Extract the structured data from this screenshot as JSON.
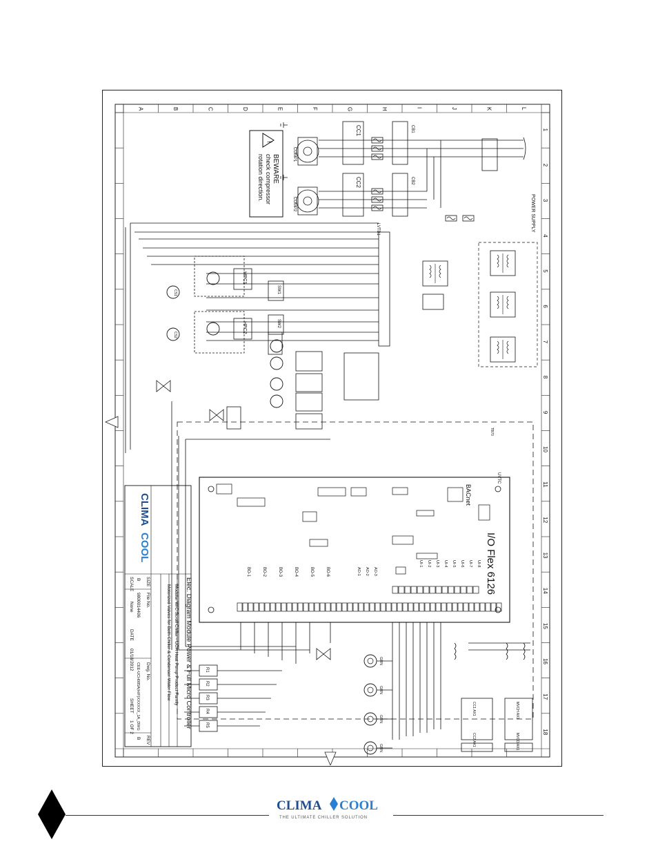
{
  "rows": [
    "A",
    "B",
    "C",
    "D",
    "E",
    "F",
    "G",
    "H",
    "I",
    "J",
    "K",
    "L"
  ],
  "cols": [
    "1",
    "2",
    "3",
    "4",
    "5",
    "6",
    "7",
    "8",
    "9",
    "10",
    "11",
    "12",
    "13",
    "14",
    "15",
    "16",
    "17",
    "18"
  ],
  "power_supply": "POWER SUPPLY",
  "beware": {
    "title": "BEWARE",
    "line1": "check compressor",
    "line2": "rotation direction."
  },
  "components": {
    "comp1": "COMP1",
    "comp2": "COMP2",
    "cc1": "CC1",
    "cc2": "CC2",
    "cb1": "CB1",
    "cb2": "CB2",
    "ltb1": "LVTB1",
    "hpc1": "HPC1",
    "hpc2": "HPC2",
    "sw1": "SW1",
    "sw2": "SW2",
    "cs1": "CS1",
    "cs2": "CS2",
    "r1": "R1",
    "r2": "R2",
    "r3": "R3",
    "r4": "R4",
    "r5": "R5",
    "cc1ax1": "CC1 AX1",
    "cc2ax1": "CC2 AX1",
    "mvch_ax1": "MVCH AX1",
    "mvcd_ax1": "MVCD AX1",
    "tb70": "TB70",
    "uvtc": "UVTC"
  },
  "controller": {
    "name": "I/O Flex 6126",
    "protocol": "BACnet",
    "outputs": [
      "BO-1",
      "BO-2",
      "BO-3",
      "BO-4",
      "BO-5",
      "BO-6"
    ],
    "inputs": [
      "UI-1",
      "UI-2",
      "UI-3",
      "UI-4",
      "UI-5",
      "UI-6",
      "UI-7",
      "UI-8"
    ],
    "analog_out": [
      "AO-1",
      "AO-2",
      "AO-3"
    ]
  },
  "sensors": [
    "GRN",
    "GRN",
    "GRN",
    "GRN"
  ],
  "title_block": {
    "logo_left": "CLIMA",
    "logo_right": "COOL",
    "title": "Elec. Diagram Module Power & Full Micro Controller",
    "line2": "Modular W/C Scroll Chiller - UCH Heat Pump Product Family",
    "line3": "Motorized Valves for Both Chiller & Condenser Water Flow",
    "size_label": "SIZE",
    "size_value": "B",
    "fileno_label": "File No.",
    "fileno_value": "9800014406",
    "dwgno_label": "Dwg. No.",
    "dwgno_value": "CEE-UCH085A(H/F)XXXXXX_1A_DWG",
    "rev_label": "REV",
    "rev_value": "B",
    "scale_label": "SCALE",
    "scale_value": "None",
    "date_label": "DATE",
    "date_value": "01/18/2012",
    "sheet_label": "SHEET",
    "sheet_value": "1 OF 2"
  },
  "footer": {
    "brand_left": "CLIMA",
    "brand_right": "COOL",
    "tagline": "THE ULTIMATE CHILLER SOLUTION",
    "brand_color": "#1f4d8f",
    "accent_color": "#2a7fd4"
  }
}
